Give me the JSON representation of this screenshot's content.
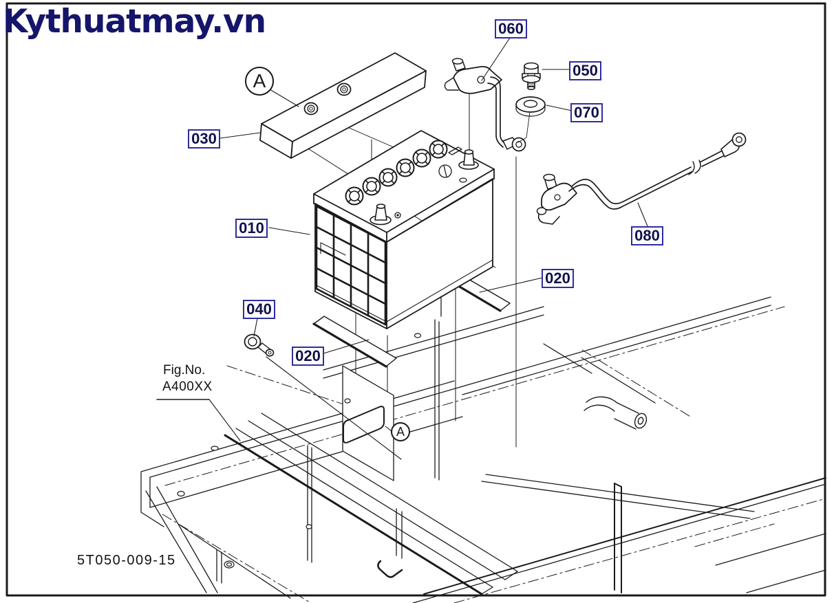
{
  "watermark": {
    "text": "Kythuatmay.vn",
    "color": "#15156b"
  },
  "diagram": {
    "figure_label": "Fig.No.",
    "figure_code": "A400XX",
    "drawing_number": "5T050-009-15",
    "detail_marker": "A"
  },
  "part_labels": [
    {
      "text": "060"
    },
    {
      "text": "050"
    },
    {
      "text": "070"
    },
    {
      "text": "030"
    },
    {
      "text": "010"
    },
    {
      "text": "080"
    },
    {
      "text": "020"
    },
    {
      "text": "020"
    },
    {
      "text": "040"
    }
  ],
  "colors": {
    "line": "#1a1a1a",
    "label_border": "#2d2da0",
    "label_text": "#10104a",
    "watermark": "#15156b",
    "background": "#ffffff"
  }
}
